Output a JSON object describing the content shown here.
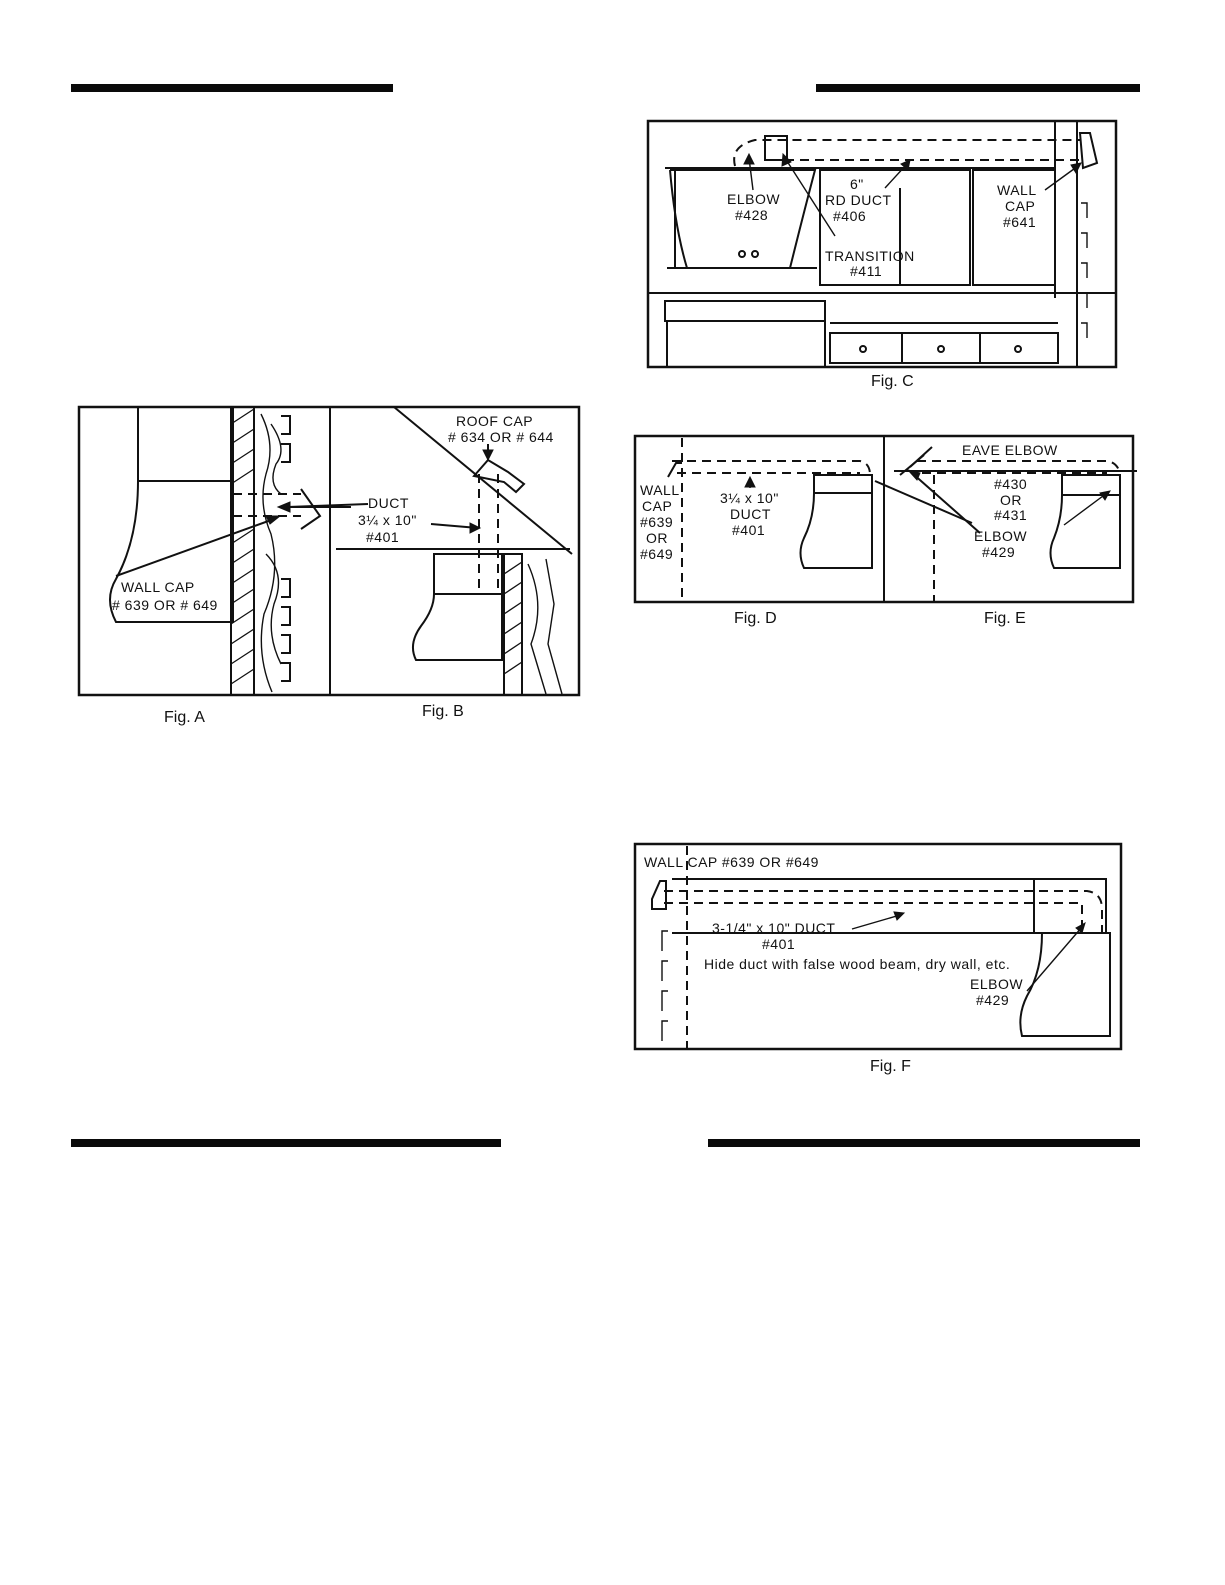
{
  "figures": {
    "fig_a": {
      "caption": "Fig. A",
      "wall_cap_line1": "WALL CAP",
      "wall_cap_line2": "# 639 OR # 649"
    },
    "fig_b": {
      "caption": "Fig. B",
      "roof_cap_line1": "ROOF CAP",
      "roof_cap_line2": "# 634 OR # 644",
      "duct_line1": "DUCT",
      "duct_line2": "3¼ x 10\"",
      "duct_line3": "#401"
    },
    "fig_c": {
      "caption": "Fig. C",
      "elbow_line1": "ELBOW",
      "elbow_line2": "#428",
      "duct_line1": "6\"",
      "duct_line2": "RD DUCT",
      "duct_line3": "#406",
      "transition_line1": "TRANSITION",
      "transition_line2": "#411",
      "wall_cap_line1": "WALL",
      "wall_cap_line2": "CAP",
      "wall_cap_line3": "#641"
    },
    "fig_d": {
      "caption": "Fig. D",
      "wall_cap_line1": "WALL",
      "wall_cap_line2": "CAP",
      "wall_cap_line3": "#639",
      "wall_cap_line4": "OR",
      "wall_cap_line5": "#649",
      "duct_line1": "3¼ x 10\"",
      "duct_line2": "DUCT",
      "duct_line3": "#401"
    },
    "fig_e": {
      "caption": "Fig. E",
      "eave_elbow": "EAVE ELBOW",
      "eave_line1": "#430",
      "eave_line2": "OR",
      "eave_line3": "#431",
      "elbow_line1": "ELBOW",
      "elbow_line2": "#429"
    },
    "fig_f": {
      "caption": "Fig. F",
      "wall_cap": "WALL CAP  #639 OR #649",
      "duct_line1": "3-1/4\" x 10\" DUCT",
      "duct_line2": "#401",
      "note": "Hide duct with false wood beam, dry wall, etc.",
      "elbow_line1": "ELBOW",
      "elbow_line2": "#429"
    }
  }
}
